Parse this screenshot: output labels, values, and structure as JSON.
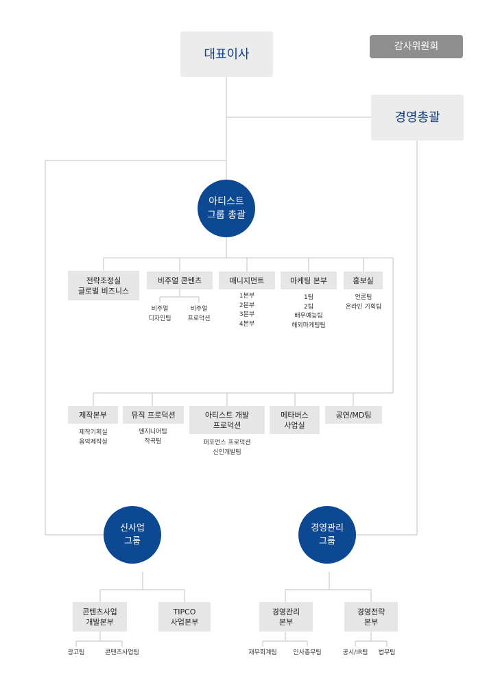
{
  "top": {
    "ceo": "대표이사",
    "audit": "감사위원회",
    "management": "경영총괄"
  },
  "artist_group": {
    "title": "아티스트\n그룹 총괄",
    "row1": [
      {
        "label": "전략조정실\n글로벌 비즈니스",
        "subs": []
      },
      {
        "label": "비주얼 콘텐츠",
        "subs": [
          "비주얼\n디자인팀",
          "비주얼\n프로덕션"
        ]
      },
      {
        "label": "매니지먼트",
        "subs": [
          "1본부\n2본부\n3본부\n4본부"
        ]
      },
      {
        "label": "마케팅 본부",
        "subs": [
          "1팀\n2팀\n배우예능팀\n해외마케팅팀"
        ]
      },
      {
        "label": "홍보실",
        "subs": [
          "언론팀\n온라인 기획팀"
        ]
      }
    ],
    "row2": [
      {
        "label": "제작본부",
        "subs": [
          "제작기획실\n음악제작실"
        ]
      },
      {
        "label": "뮤직 프로덕션",
        "subs": [
          "엔지니어팀\n작곡팀"
        ]
      },
      {
        "label": "아티스트 개발\n프로덕션",
        "subs": [
          "퍼포먼스 프로덕션\n신인개발팀"
        ]
      },
      {
        "label": "메타버스\n사업실",
        "subs": []
      },
      {
        "label": "공연/MD팀",
        "subs": []
      }
    ]
  },
  "new_business_group": {
    "title": "신사업\n그룹",
    "units": [
      {
        "label": "콘텐츠사업\n개발본부",
        "subs": [
          "광고팀",
          "콘텐츠사업팀"
        ]
      },
      {
        "label": "TIPCO\n사업본부",
        "subs": []
      }
    ]
  },
  "management_group": {
    "title": "경영관리\n그룹",
    "units": [
      {
        "label": "경영관리\n본부",
        "subs": [
          "재무회계팀",
          "인사총무팀"
        ]
      },
      {
        "label": "경영전략\n본부",
        "subs": [
          "공시/IR팀",
          "법무팀"
        ]
      }
    ]
  },
  "colors": {
    "accent": "#0d4993",
    "box": "#e6e6e6",
    "line": "#cccccc",
    "audit": "#8e8e8e"
  }
}
